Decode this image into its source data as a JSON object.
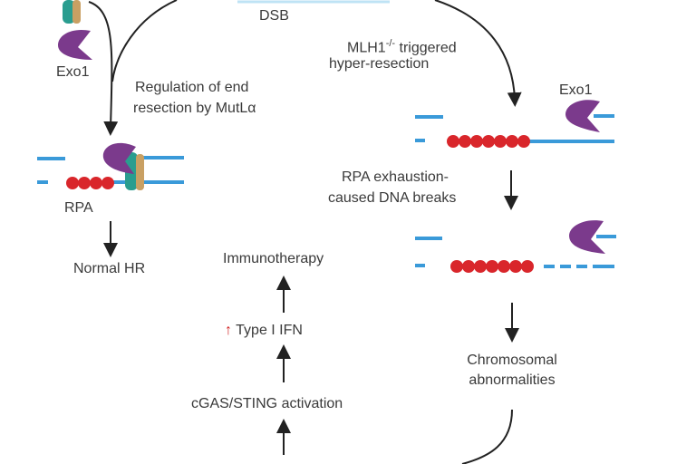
{
  "labels": {
    "dsb": "DSB",
    "exo1_top_left": "Exo1",
    "regulation_line1": "Regulation of end",
    "regulation_line2": "resection by MutLα",
    "mlh1_main": "MLH1",
    "mlh1_sup": "-/-",
    "mlh1_rest": " triggered",
    "hyper_resection": "hyper-resection",
    "exo1_right": "Exo1",
    "rpa": "RPA",
    "normal_hr": "Normal HR",
    "rpa_exhaustion_line1": "RPA exhaustion-",
    "rpa_exhaustion_line2": "caused DNA breaks",
    "immunotherapy": "Immunotherapy",
    "type_i_ifn": "Type I IFN",
    "type_i_ifn_indicator": "↑",
    "cgas_sting": "cGAS/STING activation",
    "chromosomal_line1": "Chromosomal",
    "chromosomal_line2": "abnormalities"
  },
  "colors": {
    "dna": "#3a9ad9",
    "rpa": "#d9262b",
    "exo1": "#7b3a8c",
    "exo1_light": "#a05bb0",
    "mutl_teal": "#2a9d8f",
    "mutl_tan": "#c9a063",
    "arrow": "#222222",
    "increase": "#d11f1f"
  }
}
